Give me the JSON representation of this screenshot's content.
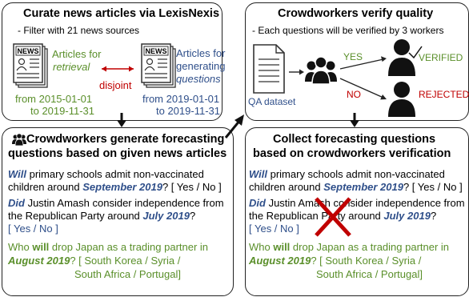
{
  "panel1": {
    "title": "Curate news articles via LexisNexis",
    "subtitle": "- Filter with 21 news sources",
    "left_line1": "Articles for",
    "left_line2": "retrieval",
    "right_line1": "Articles for",
    "right_line2": "generating",
    "right_line3": "questions",
    "disjoint": "disjoint",
    "left_from": "from 2015-01-01",
    "left_to": "to 2019-11-31",
    "right_from": "from 2019-01-01",
    "right_to": "to 2019-11-31",
    "news_badge": "NEWS"
  },
  "panel2": {
    "title": "Crowdworkers verify quality",
    "subtitle": "- Each questions will be verified by 3 workers",
    "yes": "YES",
    "no": "NO",
    "verified": "VERIFIED",
    "rejected": "REJECTED",
    "dataset": "QA dataset"
  },
  "panel3": {
    "title_line1": "Crowdworkers generate forecasting",
    "title_line2": "questions based on given news articles"
  },
  "panel4": {
    "title_line1": "Collect forecasting questions",
    "title_line2": "based on crowdworkers verification"
  },
  "questions": {
    "q1": {
      "kw": "Will",
      "text1": " primary schools admit non-vaccinated",
      "text2": "children around ",
      "date": "September 2019",
      "options": "? [ Yes / No ]"
    },
    "q2": {
      "kw": "Did",
      "text1": " Justin Amash consider independence from",
      "text2": "the Republican Party around ",
      "date": "July 2019",
      "q": "?",
      "options": "[ Yes / No ]"
    },
    "q3": {
      "pre": "Who ",
      "kw": "will",
      "text1": " drop Japan as a trading partner in",
      "date": "August 2019",
      "options1": "?  [ South Korea / Syria /",
      "options2": "South Africa / Portugal]"
    }
  },
  "colors": {
    "blue": "#2f4f8a",
    "green": "#5a8f2a",
    "red": "#c00000",
    "cross": "#c00000"
  }
}
